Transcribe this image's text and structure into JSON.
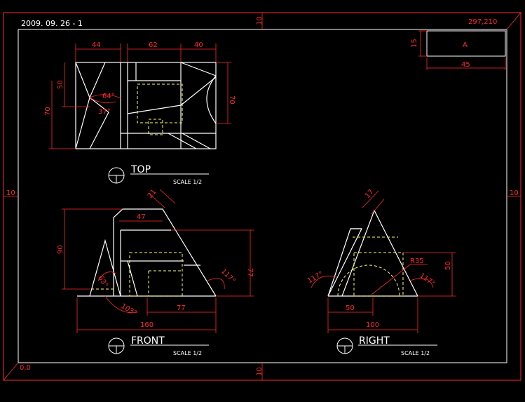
{
  "header": {
    "date_code": "2009. 09. 26 - 1",
    "sheet_size": "297,210",
    "origin": "0,0"
  },
  "title_block": {
    "letter": "A",
    "width_dim": "45",
    "height_dim": "15"
  },
  "margins": {
    "top": "10",
    "bottom": "10",
    "left": "10",
    "right": "10"
  },
  "views": {
    "top": {
      "label": "TOP",
      "scale": "SCALE 1/2",
      "dims": {
        "d44": "44",
        "d62": "62",
        "d40": "40",
        "d50": "50",
        "d70": "70",
        "d70r": "70",
        "a64": "64°",
        "a37": "37°"
      }
    },
    "front": {
      "label": "FRONT",
      "scale": "SCALE 1/2",
      "dims": {
        "d21": "21",
        "d47": "47",
        "d90": "90",
        "d77v": "77",
        "a63": "63°",
        "a117": "117°",
        "a103": "103°",
        "d77": "77",
        "d160": "160"
      }
    },
    "right": {
      "label": "RIGHT",
      "scale": "SCALE 1/2",
      "dims": {
        "d17": "17",
        "r35": "R35",
        "d50v": "50",
        "a117l": "117°",
        "a117r": "117°",
        "d50": "50",
        "d100": "100"
      }
    }
  }
}
